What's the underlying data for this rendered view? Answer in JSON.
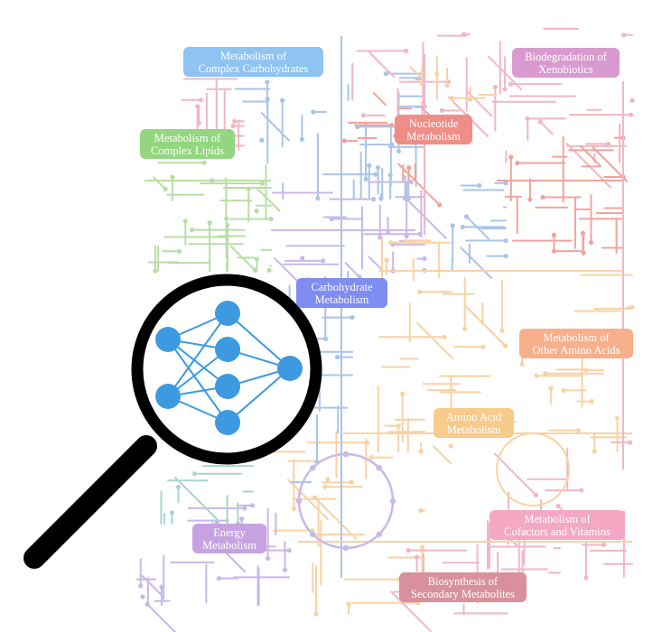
{
  "pathway_labels": [
    {
      "id": "complex-carbohydrates",
      "lines": [
        "Metabolism of",
        "Complex Carbohydrates"
      ],
      "color": "#8ec3f2"
    },
    {
      "id": "xenobiotics",
      "lines": [
        "Biodegradation of",
        "Xenobiotics"
      ],
      "color": "#d99bcf"
    },
    {
      "id": "nucleotide",
      "lines": [
        "Nucleotide",
        "Metabolism"
      ],
      "color": "#ef8d86"
    },
    {
      "id": "complex-lipids",
      "lines": [
        "Metabolism of",
        "Complex Lipids"
      ],
      "color": "#93d67f"
    },
    {
      "id": "carbohydrate",
      "lines": [
        "Carbohydrate",
        "Metabolism"
      ],
      "color": "#7f8cf0"
    },
    {
      "id": "other-amino-acids",
      "lines": [
        "Metabolism of",
        "Other Amino Acids"
      ],
      "color": "#f7b08b"
    },
    {
      "id": "amino-acid",
      "lines": [
        "Amino Acid",
        "Metabolism"
      ],
      "color": "#f8cb8b"
    },
    {
      "id": "cofactors-vitamins",
      "lines": [
        "Metabolism of",
        "Cofactors and Vitamins"
      ],
      "color": "#f4a8c4"
    },
    {
      "id": "energy",
      "lines": [
        "Energy",
        "Metabolism"
      ],
      "color": "#c6a3e0"
    },
    {
      "id": "secondary-metabolites",
      "lines": [
        "Biosynthesis of",
        "Secondary Metabolites"
      ],
      "color": "#d8909c"
    }
  ],
  "colors": {
    "blue": "#a9c4ea",
    "purple": "#c9b8e8",
    "pink": "#f2b6c4",
    "red": "#f0a49c",
    "green": "#b7dea6",
    "orange": "#f8d2a4",
    "teal": "#a9d5cf",
    "lens_node": "#3d9ae0",
    "lens_ring": "#000000"
  },
  "icons": {
    "magnifier": "magnifying-glass-icon",
    "network": "neural-network-icon"
  }
}
